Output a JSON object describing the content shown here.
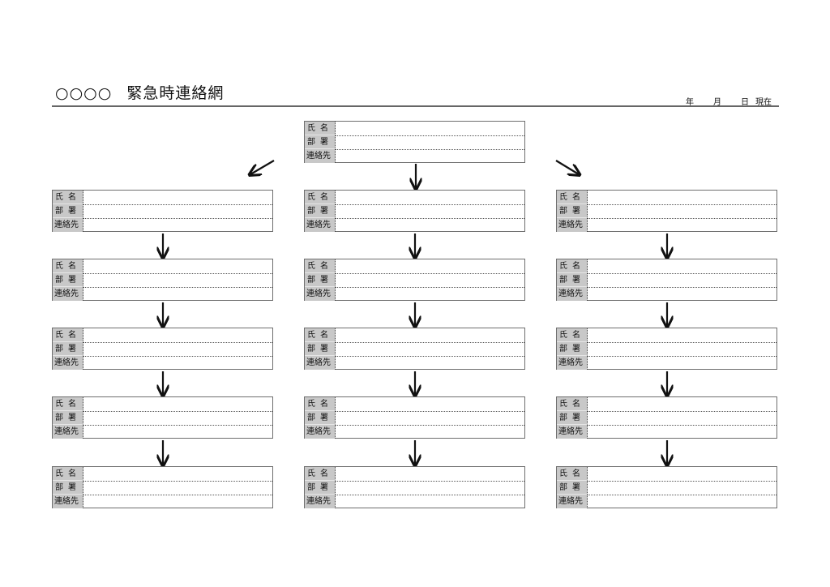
{
  "header": {
    "title_prefix": "○○○○",
    "title": "緊急時連絡網",
    "date_year": "年",
    "date_month": "月",
    "date_day": "日",
    "date_suffix": "現在"
  },
  "labels": {
    "name": "氏名",
    "department": "部署",
    "contact": "連絡先"
  },
  "top_card": {
    "name": "",
    "department": "",
    "contact": ""
  },
  "columns": [
    {
      "cards": [
        {
          "name": "",
          "department": "",
          "contact": ""
        },
        {
          "name": "",
          "department": "",
          "contact": ""
        },
        {
          "name": "",
          "department": "",
          "contact": ""
        },
        {
          "name": "",
          "department": "",
          "contact": ""
        },
        {
          "name": "",
          "department": "",
          "contact": ""
        }
      ]
    },
    {
      "cards": [
        {
          "name": "",
          "department": "",
          "contact": ""
        },
        {
          "name": "",
          "department": "",
          "contact": ""
        },
        {
          "name": "",
          "department": "",
          "contact": ""
        },
        {
          "name": "",
          "department": "",
          "contact": ""
        },
        {
          "name": "",
          "department": "",
          "contact": ""
        }
      ]
    },
    {
      "cards": [
        {
          "name": "",
          "department": "",
          "contact": ""
        },
        {
          "name": "",
          "department": "",
          "contact": ""
        },
        {
          "name": "",
          "department": "",
          "contact": ""
        },
        {
          "name": "",
          "department": "",
          "contact": ""
        },
        {
          "name": "",
          "department": "",
          "contact": ""
        }
      ]
    }
  ]
}
